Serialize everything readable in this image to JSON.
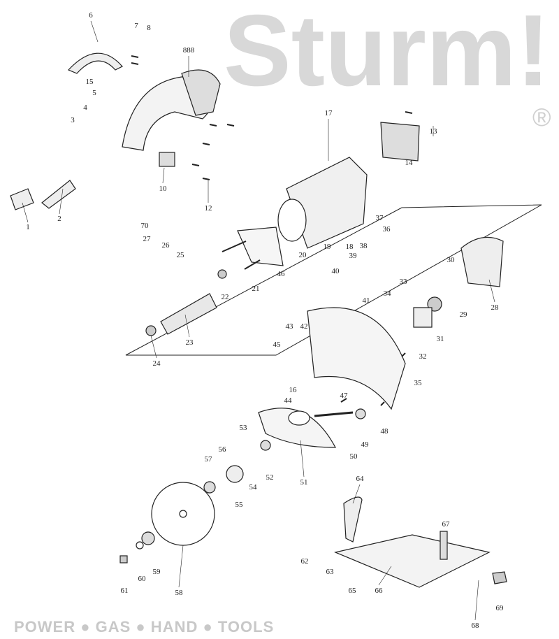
{
  "watermark": {
    "brand": "Sturm!",
    "registered": "®",
    "tagline": "POWER ● GAS ● HAND ● TOOLS"
  },
  "callouts": [
    "6",
    "7",
    "8",
    "888",
    "15",
    "5",
    "4",
    "3",
    "17",
    "13",
    "14",
    "10",
    "12",
    "1",
    "2",
    "70",
    "27",
    "26",
    "25",
    "37",
    "36",
    "38",
    "19",
    "18",
    "20",
    "46",
    "21",
    "22",
    "39",
    "40",
    "30",
    "28",
    "29",
    "33",
    "34",
    "41",
    "42",
    "43",
    "23",
    "24",
    "31",
    "32",
    "45",
    "35",
    "16",
    "44",
    "47",
    "48",
    "49",
    "53",
    "50",
    "56",
    "57",
    "52",
    "54",
    "55",
    "51",
    "64",
    "67",
    "58",
    "59",
    "60",
    "61",
    "62",
    "63",
    "65",
    "66",
    "68",
    "69"
  ],
  "colors": {
    "line": "#222222",
    "watermark": "#d0d0d0"
  }
}
